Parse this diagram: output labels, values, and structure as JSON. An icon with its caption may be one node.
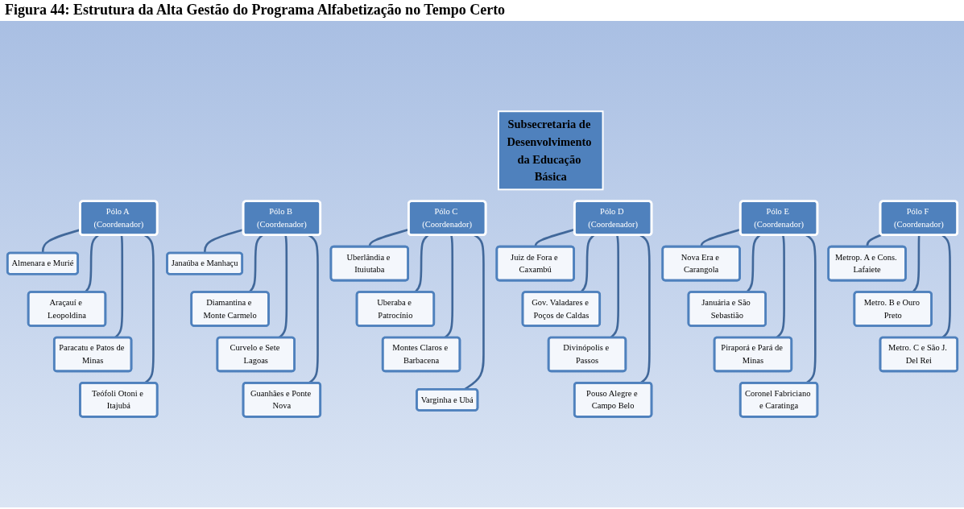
{
  "diagram": {
    "title": "Figura 44: Estrutura da Alta Gestão do Programa Alfabetização no Tempo Certo",
    "nodes": [
      {
        "text": [
          "Subsecretaria de Desenvolvimento da Educação Básica"
        ]
      },
      {
        "text": [
          "Pólo A (Coordenador)"
        ]
      },
      {
        "text": [
          "Almenara e Murié"
        ]
      },
      {
        "text": [
          "Araçauí e Leopoldina"
        ]
      },
      {
        "text": [
          "Paracatu e Patos de Minas"
        ]
      },
      {
        "text": [
          "Teófoli Otoni e Itajubá"
        ]
      },
      {
        "text": [
          "Pólo B (Coordenador)"
        ]
      },
      {
        "text": [
          "Janaúba e Manhaçu"
        ]
      },
      {
        "text": [
          "Diamantina e Monte Carmelo"
        ]
      },
      {
        "text": [
          "Curvelo e Sete Lagoas"
        ]
      },
      {
        "text": [
          "Guanhães e Ponte Nova"
        ]
      },
      {
        "text": [
          "Pólo C (Coordenador)"
        ]
      },
      {
        "text": [
          "Uberlândia e Ituiutaba"
        ]
      },
      {
        "text": [
          "Uberaba e Patrocínio"
        ]
      },
      {
        "text": [
          "Montes Claros e Barbacena"
        ]
      },
      {
        "text": [
          "Varginha e Ubá"
        ]
      },
      {
        "text": [
          "Pólo D (Coordenador)"
        ]
      },
      {
        "text": [
          "Juiz de Fora e Caxambú"
        ]
      },
      {
        "text": [
          "Gov. Valadares e Poços de Caldas"
        ]
      },
      {
        "text": [
          "Divinópolis e Passos"
        ]
      },
      {
        "text": [
          "Pouso Alegre e Campo Belo"
        ]
      },
      {
        "text": [
          "Pólo E (Coordenador)"
        ]
      },
      {
        "text": [
          "Nova Era e Carangola"
        ]
      },
      {
        "text": [
          "Januária e São Sebastião"
        ]
      },
      {
        "text": [
          "Piraporá e Pará de Minas"
        ]
      },
      {
        "text": [
          "Coronel Fabriciano e Caratinga"
        ]
      },
      {
        "text": [
          "Pólo F (Coordenador)"
        ]
      },
      {
        "text": [
          "Metrop. A e Cons. Lafaiete"
        ]
      },
      {
        "text": [
          "Metro. B e Ouro Preto"
        ]
      },
      {
        "text": [
          "Metro. C e São J. Del Rei"
        ]
      }
    ],
    "edges": [
      {
        "from": 1,
        "to": 2,
        "arrow": "none"
      },
      {
        "from": 1,
        "to": 3,
        "arrow": "none"
      },
      {
        "from": 1,
        "to": 4,
        "arrow": "none"
      },
      {
        "from": 1,
        "to": 5,
        "arrow": "none"
      },
      {
        "from": 6,
        "to": 7,
        "arrow": "none"
      },
      {
        "from": 6,
        "to": 8,
        "arrow": "none"
      },
      {
        "from": 6,
        "to": 9,
        "arrow": "none"
      },
      {
        "from": 6,
        "to": 10,
        "arrow": "none"
      },
      {
        "from": 11,
        "to": 12,
        "arrow": "none"
      },
      {
        "from": 11,
        "to": 13,
        "arrow": "none"
      },
      {
        "from": 11,
        "to": 14,
        "arrow": "none"
      },
      {
        "from": 11,
        "to": 15,
        "arrow": "none"
      },
      {
        "from": 16,
        "to": 17,
        "arrow": "none"
      },
      {
        "from": 16,
        "to": 18,
        "arrow": "none"
      },
      {
        "from": 16,
        "to": 19,
        "arrow": "none"
      },
      {
        "from": 16,
        "to": 20,
        "arrow": "none"
      },
      {
        "from": 21,
        "to": 22,
        "arrow": "none"
      },
      {
        "from": 21,
        "to": 23,
        "arrow": "none"
      },
      {
        "from": 21,
        "to": 24,
        "arrow": "none"
      },
      {
        "from": 21,
        "to": 25,
        "arrow": "none"
      },
      {
        "from": 26,
        "to": 27,
        "arrow": "none"
      },
      {
        "from": 26,
        "to": 28,
        "arrow": "none"
      },
      {
        "from": 26,
        "to": 29,
        "arrow": "none"
      }
    ]
  }
}
